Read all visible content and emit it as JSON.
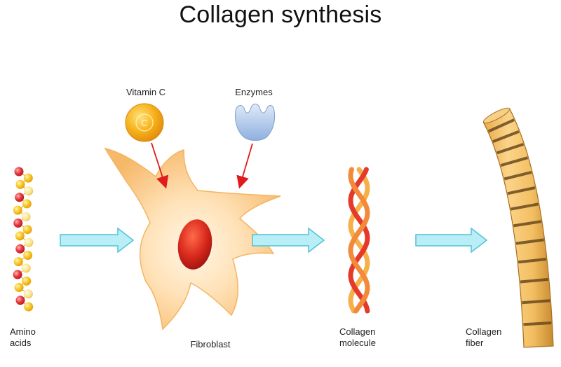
{
  "title": "Collagen synthesis",
  "labels": {
    "vitamin_c": "Vitamin C",
    "vitamin_c_symbol": "C",
    "enzymes": "Enzymes",
    "amino_acids_line1": "Amino",
    "amino_acids_line2": "acids",
    "fibroblast": "Fibroblast",
    "collagen_molecule_line1": "Collagen",
    "collagen_molecule_line2": "molecule",
    "collagen_fiber_line1": "Collagen",
    "collagen_fiber_line2": "fiber"
  },
  "colors": {
    "arrow_fill": "#b9eef6",
    "arrow_stroke": "#4fc3d6",
    "pointer_red": "#e01b1b",
    "cell_body": "#fbd39a",
    "nucleus": "#d3281c",
    "vitamin_c": "#f7a81c",
    "enzyme": "#a9c5ea",
    "amino_yellow": "#f5c21b",
    "amino_red": "#e0303a",
    "fiber_light": "#f3c06a",
    "fiber_dark": "#6b4a1e"
  }
}
